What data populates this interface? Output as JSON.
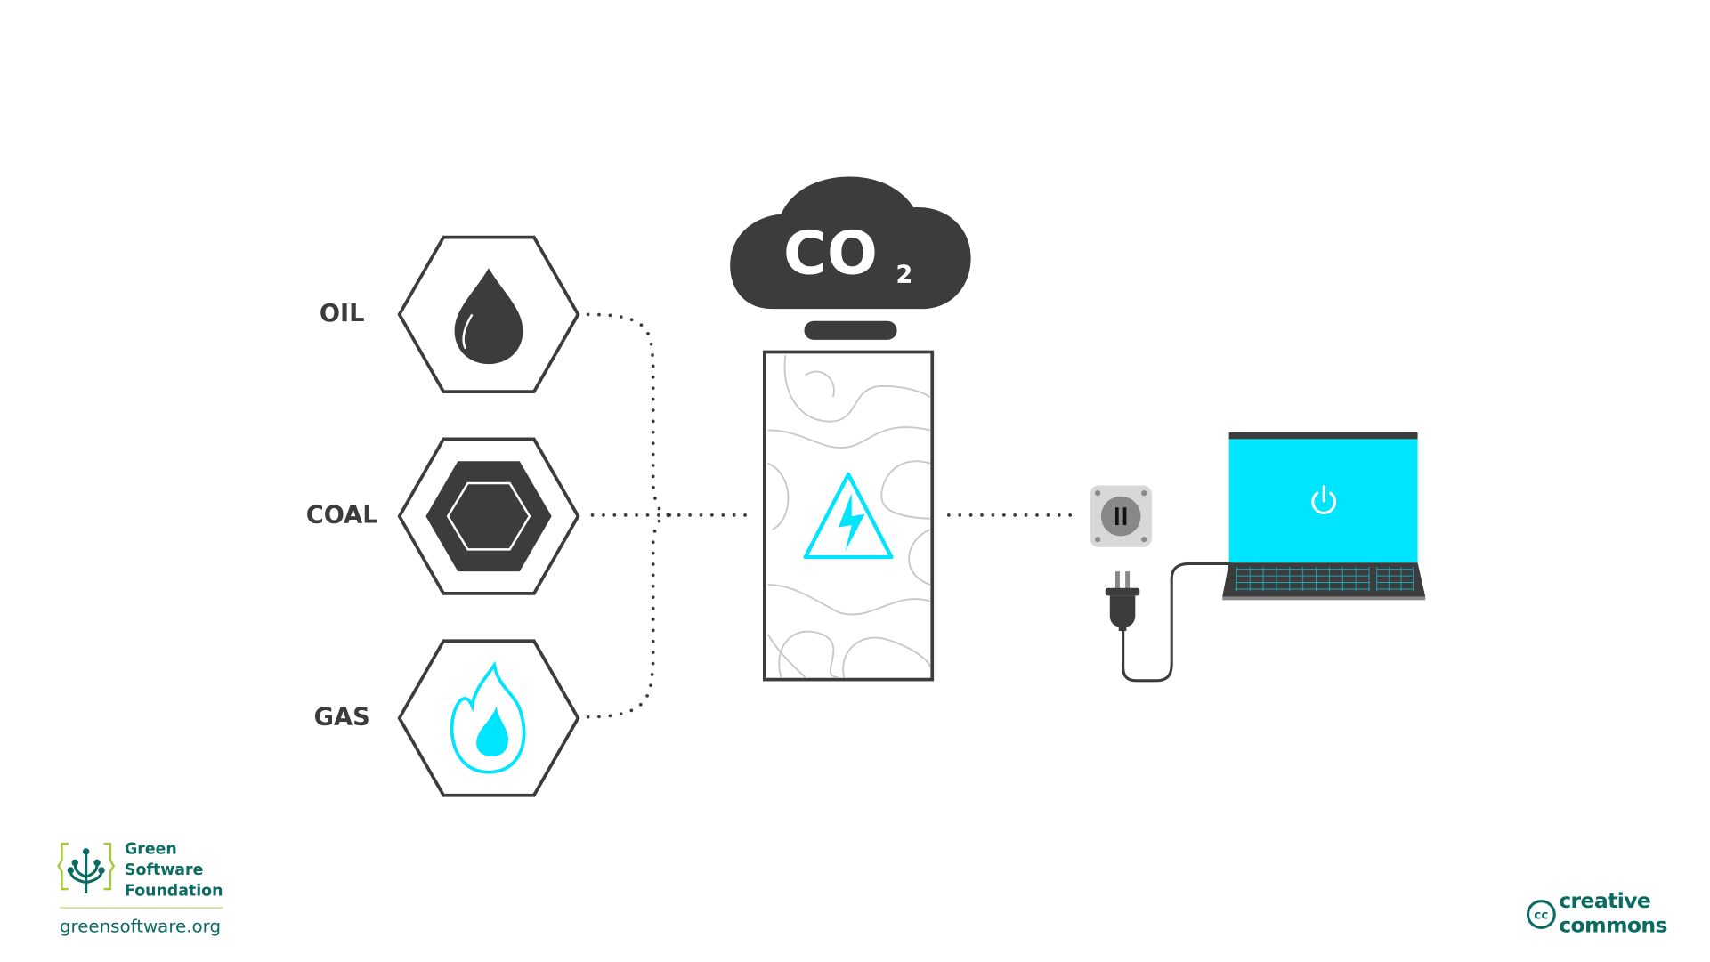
{
  "sources": [
    {
      "label": "OIL",
      "icon": "oil-drop-icon"
    },
    {
      "label": "COAL",
      "icon": "coal-icon"
    },
    {
      "label": "GAS",
      "icon": "gas-flame-icon"
    }
  ],
  "cloud": {
    "text": "CO",
    "subscript": "2"
  },
  "plant": {
    "icon": "high-voltage-warning-icon"
  },
  "device": {
    "icon": "laptop-icon",
    "screen_icon": "power-icon"
  },
  "footer": {
    "org_line1": "Green",
    "org_line2": "Software",
    "org_line3": "Foundation",
    "url": "greensoftware.org",
    "license_line1": "creative",
    "license_line2": "commons",
    "license_badge": "cc"
  },
  "colors": {
    "dark": "#3c3c3c",
    "cyan": "#00e5ff",
    "brand_green": "#0b6b62",
    "lime": "#a6c83c"
  }
}
